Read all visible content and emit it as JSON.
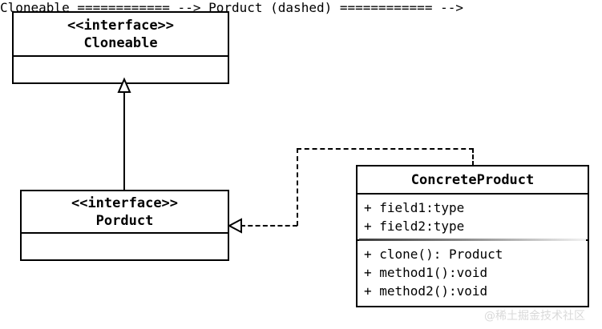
{
  "diagram": {
    "type": "uml-class-diagram",
    "background": "#ffffff",
    "line_color": "#000000",
    "watermark": "@稀土掘金技术社区"
  },
  "classes": {
    "cloneable": {
      "stereotype": "<<interface>>",
      "name": "Cloneable",
      "attributes": [],
      "operations": []
    },
    "porduct": {
      "stereotype": "<<interface>>",
      "name": "Porduct",
      "attributes": [],
      "operations": []
    },
    "concrete_product": {
      "stereotype": "",
      "name": "ConcreteProduct",
      "attributes": [
        "+ field1:type",
        "+ field2:type"
      ],
      "operations": [
        "+ clone(): Product",
        "+ method1():void",
        "+ method2():void"
      ]
    }
  },
  "relationships": [
    {
      "id": "porduct-implements-cloneable",
      "kind": "generalization",
      "style": "solid",
      "arrowhead": "hollow-triangle",
      "from": "Porduct",
      "to": "Cloneable"
    },
    {
      "id": "concreteproduct-realizes-porduct",
      "kind": "realization",
      "style": "dashed",
      "arrowhead": "hollow-triangle",
      "from": "ConcreteProduct",
      "to": "Porduct"
    }
  ]
}
